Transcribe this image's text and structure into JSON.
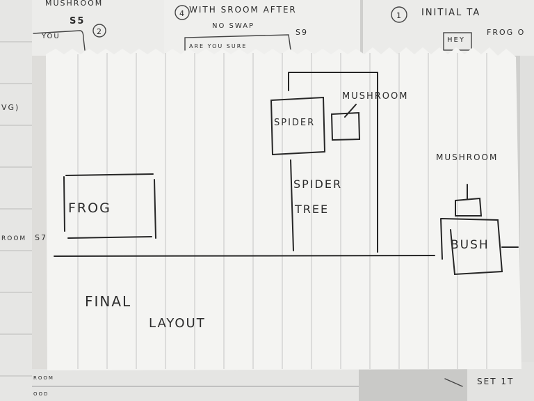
{
  "main_sheet": {
    "frog_label": "FROG",
    "spider_label": "SPIDER",
    "tree_mushroom_label": "MUSHROOM",
    "spider_tree_line1": "SPIDER",
    "spider_tree_line2": "TREE",
    "bush_mushroom_label": "MUSHROOM",
    "bush_label": "BUSH",
    "title_line1": "FINAL",
    "title_line2": "LAYOUT"
  },
  "background_sheets": {
    "top_left": {
      "heading": "MUSHROOM",
      "step": "S5",
      "number": "2",
      "text": "YOU"
    },
    "top_middle": {
      "number": "4",
      "line1": "WITH SROOM AFTER",
      "line2": "NO SWAP",
      "step": "S9",
      "box_text": "ARE YOU SURE"
    },
    "top_right": {
      "number": "1",
      "heading": "INITIAL TA",
      "box_text": "HEY",
      "text": "FROG O"
    },
    "left_edge": {
      "text1": "VG)",
      "text2": "ROOM",
      "step": "S7",
      "text3": "ROOM",
      "text4": "OOD"
    },
    "bottom_right": {
      "text": "SET 1T"
    }
  }
}
